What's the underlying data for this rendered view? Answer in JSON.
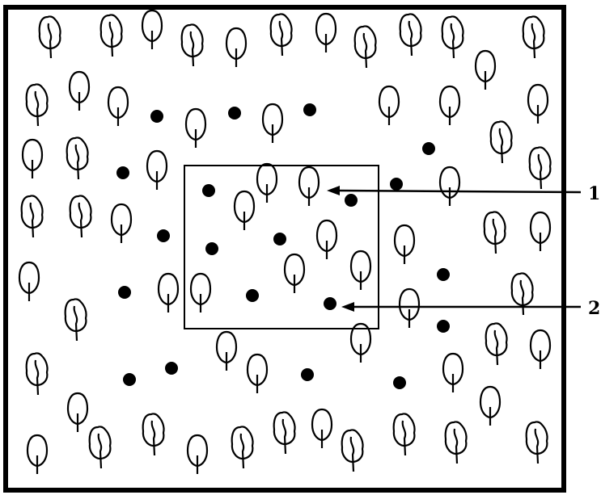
{
  "diagram": {
    "callouts": [
      {
        "id": "1",
        "label": "1",
        "target": "tree"
      },
      {
        "id": "2",
        "label": "2",
        "target": "dot"
      }
    ],
    "colors": {
      "ink": "#000000",
      "background": "#ffffff"
    },
    "icons": {
      "tree_plain": "round-tree-icon",
      "tree_leafy": "leafy-tree-icon",
      "dot": "dot-icon"
    }
  }
}
